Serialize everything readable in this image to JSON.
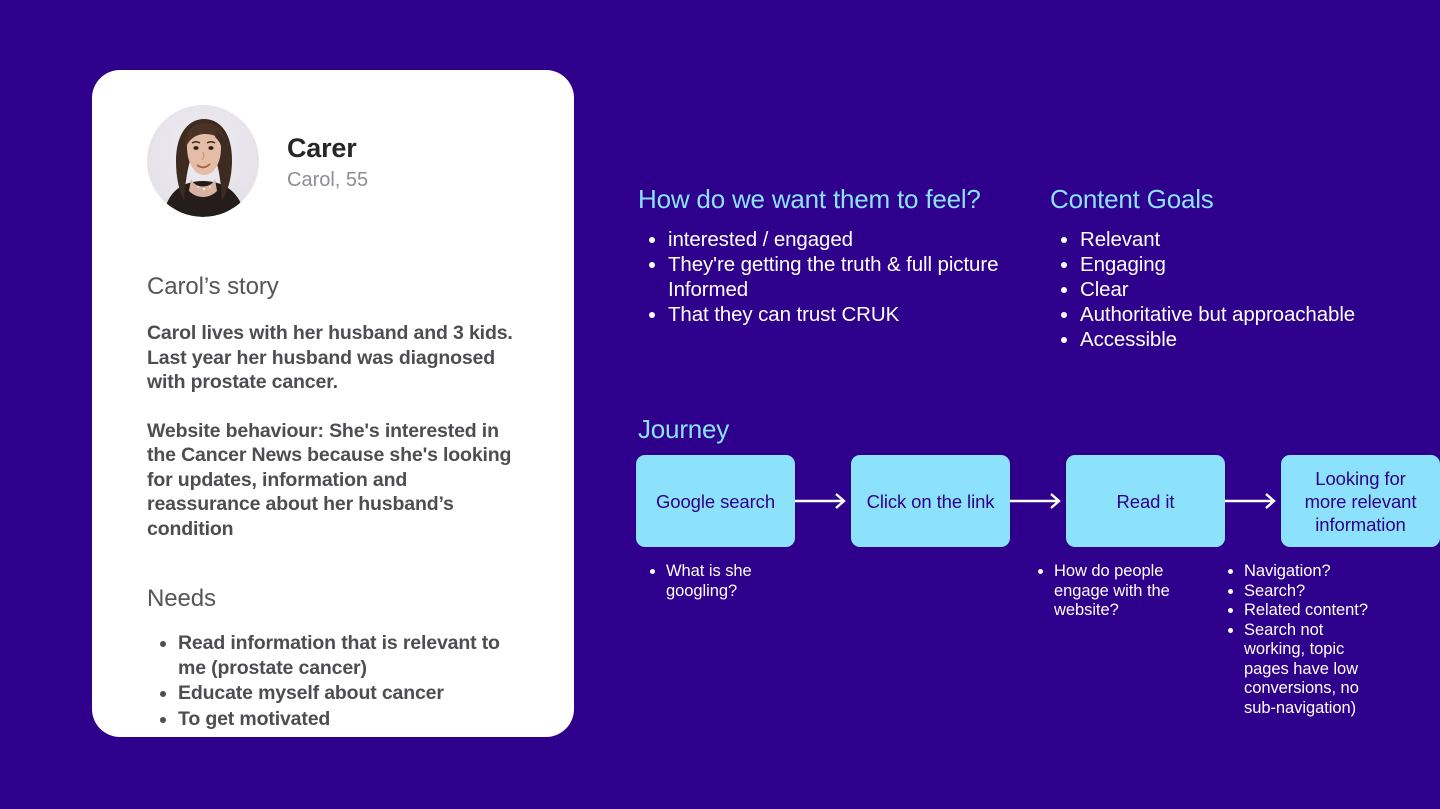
{
  "colors": {
    "background": "#2e008b",
    "accent_light_blue": "#8ce2fb",
    "card_background": "#ffffff",
    "body_text": "#4d4d52"
  },
  "persona_card": {
    "role": "Carer",
    "name_age": "Carol, 55",
    "avatar_alt": "Portrait photo of Carol",
    "story_heading": "Carol’s story",
    "story_paragraphs": [
      "Carol lives with her husband and 3 kids. Last year her husband was diagnosed with prostate cancer.",
      "Website behaviour: She's interested in the Cancer News because she's looking for updates, information and reassurance about her husband’s condition"
    ],
    "needs_heading": "Needs",
    "needs": [
      "Read information that is relevant to me (prostate cancer)",
      "Educate myself about cancer",
      "To get motivated"
    ]
  },
  "feelings": {
    "title": "How do we want them to feel?",
    "items": [
      "interested / engaged",
      "They're getting the truth & full picture Informed",
      "That they can trust CRUK"
    ]
  },
  "content_goals": {
    "title": "Content Goals",
    "items": [
      "Relevant",
      "Engaging",
      "Clear",
      "Authoritative but approachable",
      "Accessible"
    ]
  },
  "journey": {
    "title": "Journey",
    "steps": [
      {
        "label": "Google search"
      },
      {
        "label": "Click on the link"
      },
      {
        "label": "Read it"
      },
      {
        "label": "Looking for more relevant information"
      }
    ],
    "annotations": [
      {
        "items": [
          "What is she googling?"
        ]
      },
      {
        "items": [
          "How do people engage with the website?"
        ]
      },
      {
        "items": [
          "Navigation?",
          "Search?",
          "Related content?",
          "Search not working, topic pages have low conversions, no sub-navigation)"
        ]
      }
    ]
  }
}
